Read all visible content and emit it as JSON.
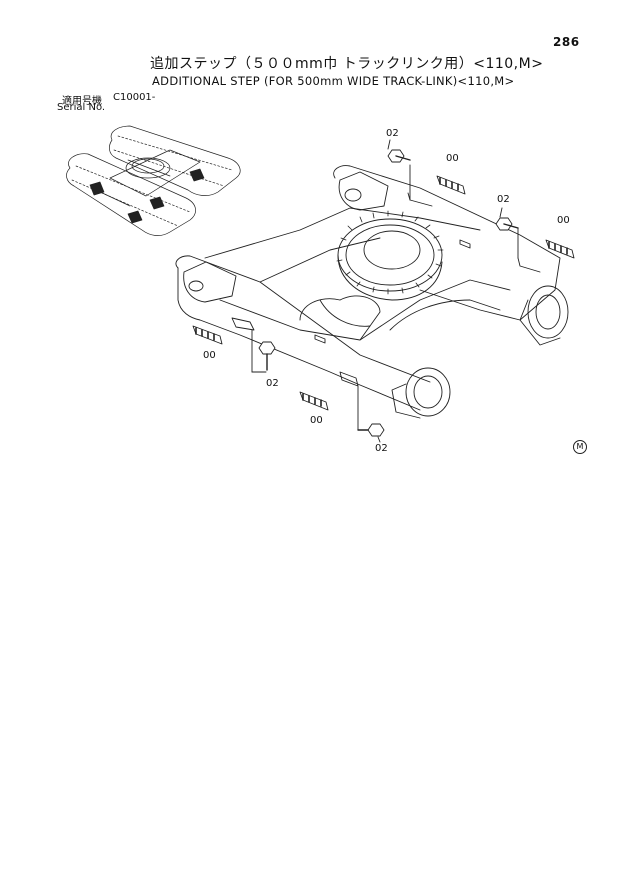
{
  "page_number": "286",
  "title_jp": "追加ステップ（５００mm巾 トラックリンク用）<110,M>",
  "title_en": "ADDITIONAL STEP (FOR 500mm WIDE TRACK-LINK)<110,M>",
  "serial": {
    "label_jp": "適用号機",
    "value": "C10001-",
    "label_en": "Serial No."
  },
  "callouts": [
    {
      "id": "02",
      "text": "02"
    },
    {
      "id": "00",
      "text": "00"
    },
    {
      "id": "02",
      "text": "02"
    },
    {
      "id": "00",
      "text": "00"
    },
    {
      "id": "00",
      "text": "00"
    },
    {
      "id": "02",
      "text": "02"
    },
    {
      "id": "00",
      "text": "00"
    },
    {
      "id": "02",
      "text": "02"
    }
  ],
  "mark": "M"
}
